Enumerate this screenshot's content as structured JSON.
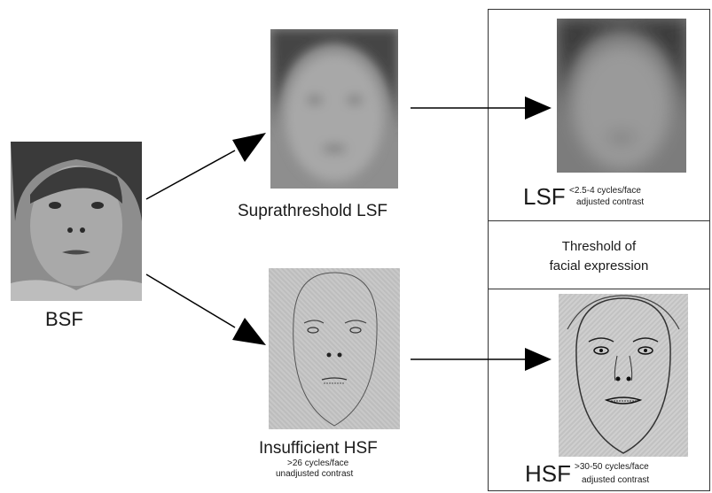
{
  "bsf": {
    "label": "BSF"
  },
  "supra_lsf": {
    "label": "Suprathreshold LSF"
  },
  "insufficient_hsf": {
    "label": "Insufficient HSF",
    "line1": ">26 cycles/face",
    "line2": "unadjusted contrast"
  },
  "lsf": {
    "label": "LSF",
    "line1": "<2.5-4 cycles/face",
    "line2": "adjusted contrast"
  },
  "threshold": {
    "line1": "Threshold of",
    "line2": "facial expression"
  },
  "hsf": {
    "label": "HSF",
    "line1": ">30-50 cycles/face",
    "line2": "adjusted contrast"
  }
}
